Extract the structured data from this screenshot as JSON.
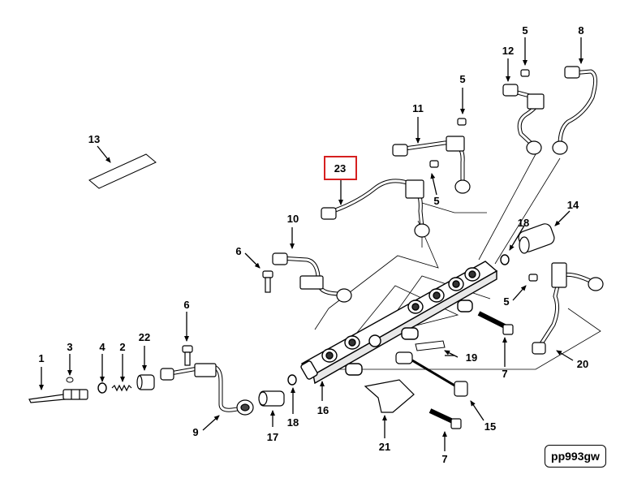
{
  "diagram": {
    "callouts": {
      "c1": "1",
      "c2": "2",
      "c3": "3",
      "c4": "4",
      "c5a": "5",
      "c5b": "5",
      "c5c": "5",
      "c5d": "5",
      "c6a": "6",
      "c6b": "6",
      "c7a": "7",
      "c7b": "7",
      "c8": "8",
      "c9": "9",
      "c10": "10",
      "c11": "11",
      "c12": "12",
      "c13": "13",
      "c14": "14",
      "c15": "15",
      "c16": "16",
      "c17": "17",
      "c18a": "18",
      "c18b": "18",
      "c19": "19",
      "c20": "20",
      "c21": "21",
      "c22": "22",
      "c23": "23"
    },
    "highlighted_callout": "23",
    "highlight_color": "#d62020",
    "reference_code": "pp993gw"
  }
}
